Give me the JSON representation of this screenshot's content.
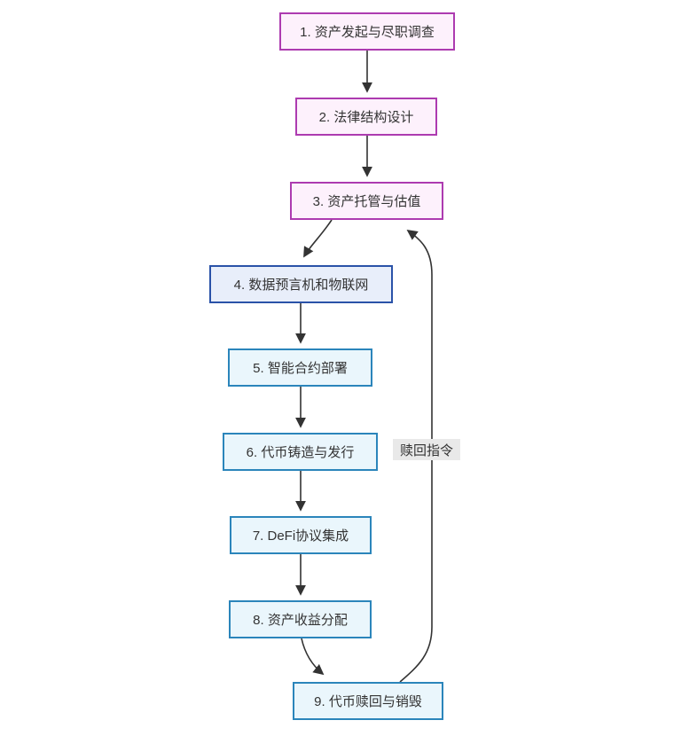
{
  "diagram": {
    "title": "RWA tokenization process flowchart",
    "nodes": [
      {
        "id": "1",
        "label": "1. 资产发起与尽职调查",
        "style": "pink"
      },
      {
        "id": "2",
        "label": "2. 法律结构设计",
        "style": "pink"
      },
      {
        "id": "3",
        "label": "3. 资产托管与估值",
        "style": "pink"
      },
      {
        "id": "4",
        "label": "4. 数据预言机和物联网",
        "style": "navy"
      },
      {
        "id": "5",
        "label": "5. 智能合约部署",
        "style": "blue"
      },
      {
        "id": "6",
        "label": "6. 代币铸造与发行",
        "style": "blue"
      },
      {
        "id": "7",
        "label": "7. DeFi协议集成",
        "style": "blue"
      },
      {
        "id": "8",
        "label": "8. 资产收益分配",
        "style": "blue"
      },
      {
        "id": "9",
        "label": "9. 代币赎回与销毁",
        "style": "blue"
      }
    ],
    "edges": [
      {
        "from": "1",
        "to": "2"
      },
      {
        "from": "2",
        "to": "3"
      },
      {
        "from": "3",
        "to": "4"
      },
      {
        "from": "4",
        "to": "5"
      },
      {
        "from": "5",
        "to": "6"
      },
      {
        "from": "6",
        "to": "7"
      },
      {
        "from": "7",
        "to": "8"
      },
      {
        "from": "8",
        "to": "9"
      },
      {
        "from": "9",
        "to": "3",
        "label": "赎回指令"
      }
    ],
    "edge_label": "赎回指令",
    "colors": {
      "pink_border": "#ad3bb0",
      "pink_fill": "#fdf1fc",
      "navy_border": "#2a52a8",
      "navy_fill": "#e8eefa",
      "blue_border": "#2b85bb",
      "blue_fill": "#eaf6fc",
      "edge_stroke": "#333333",
      "edge_label_bg": "#e9e9e9",
      "text": "#333333",
      "background": "#ffffff"
    }
  }
}
